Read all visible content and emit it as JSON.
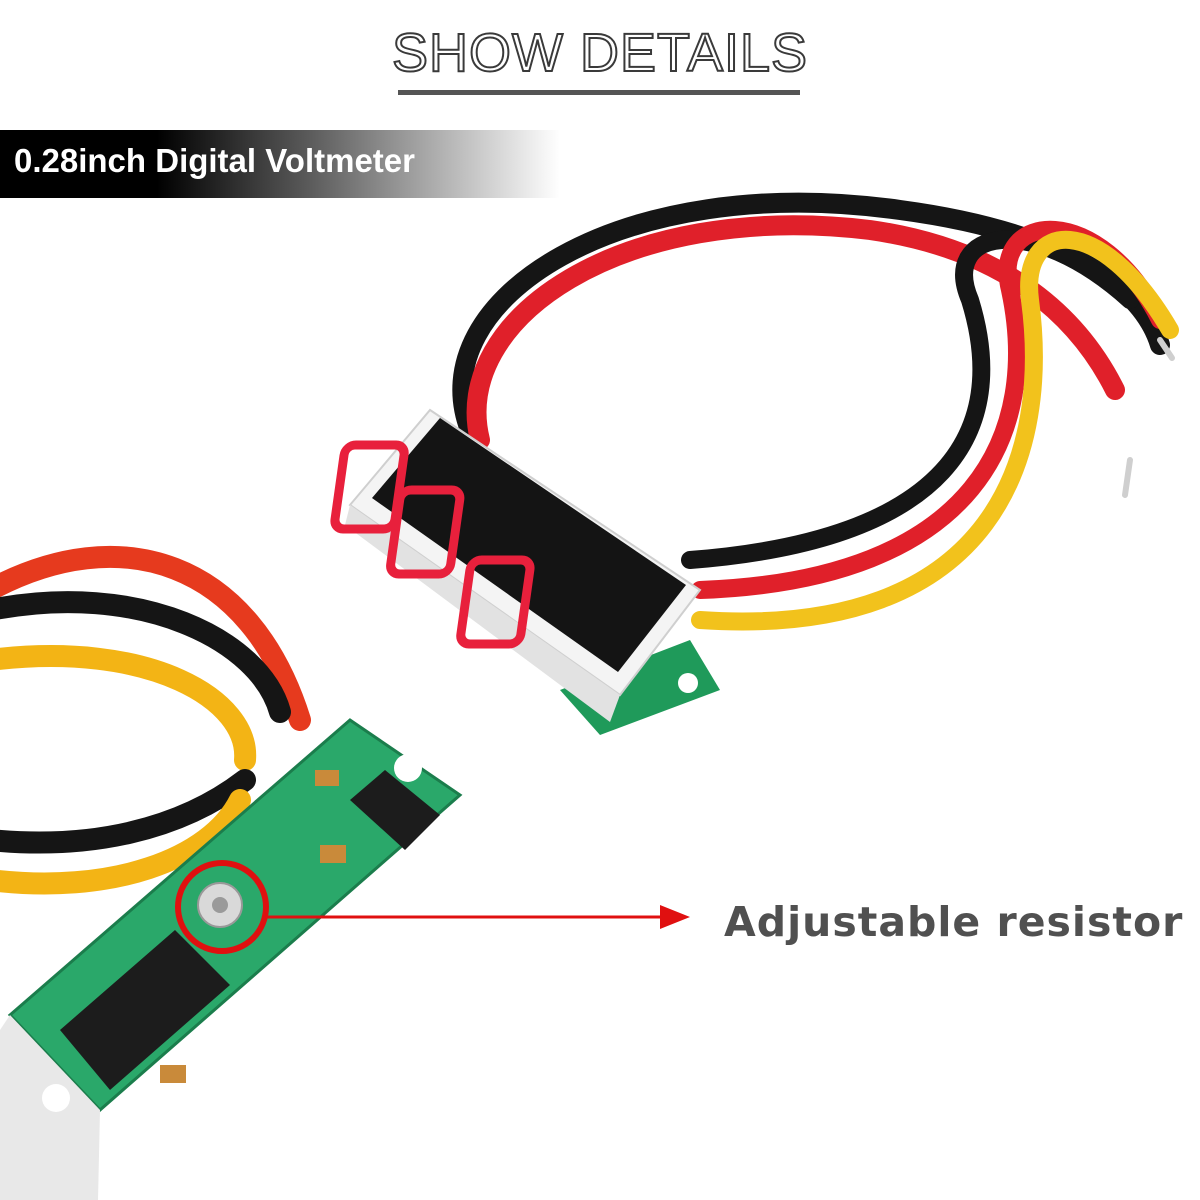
{
  "header": {
    "title": "SHOW DETAILS"
  },
  "banner": {
    "text": "0.28inch Digital Voltmeter"
  },
  "display": {
    "digits": [
      "0",
      "0",
      "0"
    ]
  },
  "callout": {
    "label": "Adjustable resistor"
  },
  "colors": {
    "display_digit": "#e8203c",
    "pcb_green": "#1f9a5a",
    "wire_red": "#e0202a",
    "wire_black": "#1a1a1a",
    "wire_yellow": "#f2c21c",
    "callout_red": "#e01010"
  }
}
